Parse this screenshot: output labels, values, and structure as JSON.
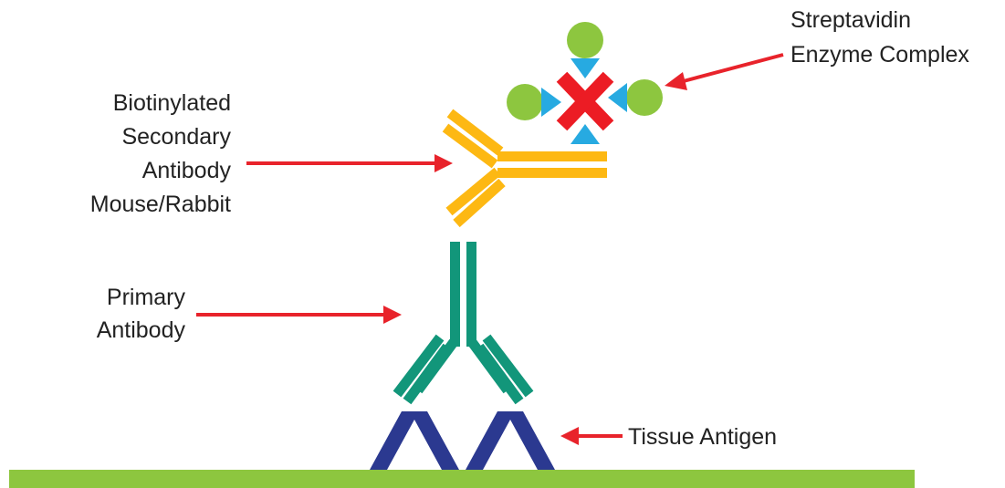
{
  "labels": {
    "streptavidin_line1": "Streptavidin",
    "streptavidin_line2": "Enzyme Complex",
    "secondary_line1": "Biotinylated",
    "secondary_line2": "Secondary",
    "secondary_line3": "Antibody",
    "secondary_line4": "Mouse/Rabbit",
    "primary_line1": "Primary",
    "primary_line2": "Antibody",
    "antigen": "Tissue Antigen"
  },
  "colors": {
    "arrow": "#e8232b",
    "tissue_surface": "#8dc63f",
    "antigen": "#2b3990",
    "primary_antibody": "#12967a",
    "secondary_antibody": "#fdb813",
    "streptavidin_core": "#ec1c24",
    "biotin_link": "#27aae1",
    "enzyme": "#8dc63f"
  }
}
